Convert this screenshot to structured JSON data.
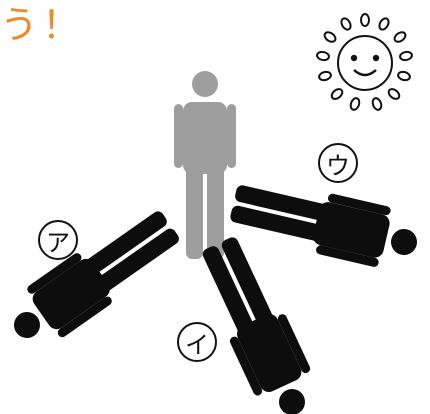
{
  "heading": {
    "text": "う！",
    "color": "#ee8a2e"
  },
  "figures": {
    "standing": {
      "color": "#9e9e9e"
    },
    "lying": {
      "color": "#0d0d0d"
    }
  },
  "labels": [
    {
      "id": "a",
      "text": "ア"
    },
    {
      "id": "i",
      "text": "イ"
    },
    {
      "id": "u",
      "text": "ウ"
    }
  ],
  "sun": {
    "icon": "smiling-sun-icon"
  }
}
